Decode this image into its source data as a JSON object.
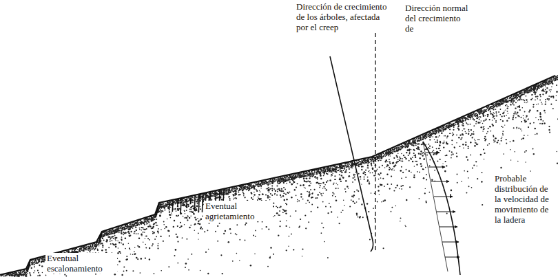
{
  "diagram": {
    "labels": [
      "Dirección de crecimiento de los árboles, afectada por el creep",
      "Dirección normal del crecimiento de",
      "Probable distribución de la velocidad de movimiento de la ladera",
      "Eventual agrietamiento",
      "Eventual escalonamiento"
    ]
  }
}
